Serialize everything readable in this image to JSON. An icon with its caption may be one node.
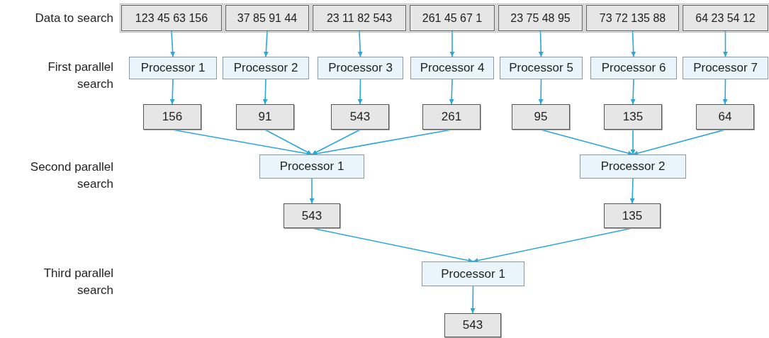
{
  "diagram": {
    "nodes": [
      {
        "text": [
          "123 45 63 156"
        ]
      },
      {
        "text": [
          "37 85 91 44"
        ]
      },
      {
        "text": [
          "23 11 82 543"
        ]
      },
      {
        "text": [
          "261 45 67 1"
        ]
      },
      {
        "text": [
          "23 75 48 95"
        ]
      },
      {
        "text": [
          "73 72 135 88"
        ]
      },
      {
        "text": [
          "64 23 54 12"
        ]
      },
      {
        "text": [
          "Processor 1"
        ]
      },
      {
        "text": [
          "Processor 2"
        ]
      },
      {
        "text": [
          "Processor 3"
        ]
      },
      {
        "text": [
          "Processor 4"
        ]
      },
      {
        "text": [
          "Processor 5"
        ]
      },
      {
        "text": [
          "Processor 6"
        ]
      },
      {
        "text": [
          "Processor 7"
        ]
      },
      {
        "text": [
          "156"
        ]
      },
      {
        "text": [
          "91"
        ]
      },
      {
        "text": [
          "543"
        ]
      },
      {
        "text": [
          "261"
        ]
      },
      {
        "text": [
          "95"
        ]
      },
      {
        "text": [
          "135"
        ]
      },
      {
        "text": [
          "64"
        ]
      },
      {
        "text": [
          "Processor 1"
        ]
      },
      {
        "text": [
          "Processor 2"
        ]
      },
      {
        "text": [
          "543"
        ]
      },
      {
        "text": [
          "135"
        ]
      },
      {
        "text": [
          "Processor 1"
        ]
      },
      {
        "text": [
          "543"
        ]
      }
    ],
    "edges": [
      {
        "from": 0,
        "to": 7,
        "arrow": "to"
      },
      {
        "from": 1,
        "to": 8,
        "arrow": "to"
      },
      {
        "from": 2,
        "to": 9,
        "arrow": "to"
      },
      {
        "from": 3,
        "to": 10,
        "arrow": "to"
      },
      {
        "from": 4,
        "to": 11,
        "arrow": "to"
      },
      {
        "from": 5,
        "to": 12,
        "arrow": "to"
      },
      {
        "from": 6,
        "to": 13,
        "arrow": "to"
      },
      {
        "from": 7,
        "to": 14,
        "arrow": "to"
      },
      {
        "from": 8,
        "to": 15,
        "arrow": "to"
      },
      {
        "from": 9,
        "to": 16,
        "arrow": "to"
      },
      {
        "from": 10,
        "to": 17,
        "arrow": "to"
      },
      {
        "from": 11,
        "to": 18,
        "arrow": "to"
      },
      {
        "from": 12,
        "to": 19,
        "arrow": "to"
      },
      {
        "from": 13,
        "to": 20,
        "arrow": "to"
      },
      {
        "from": 14,
        "to": 21,
        "arrow": "to"
      },
      {
        "from": 15,
        "to": 21,
        "arrow": "to"
      },
      {
        "from": 16,
        "to": 21,
        "arrow": "to"
      },
      {
        "from": 17,
        "to": 21,
        "arrow": "to"
      },
      {
        "from": 18,
        "to": 22,
        "arrow": "to"
      },
      {
        "from": 19,
        "to": 22,
        "arrow": "to"
      },
      {
        "from": 20,
        "to": 22,
        "arrow": "to"
      },
      {
        "from": 21,
        "to": 23,
        "arrow": "to"
      },
      {
        "from": 22,
        "to": 24,
        "arrow": "to"
      },
      {
        "from": 23,
        "to": 25,
        "arrow": "to"
      },
      {
        "from": 24,
        "to": 25,
        "arrow": "to"
      },
      {
        "from": 25,
        "to": 26,
        "arrow": "to"
      }
    ],
    "labels": [
      "Data to search",
      "First parallel search",
      "Second parallel search",
      "Third parallel search"
    ]
  }
}
